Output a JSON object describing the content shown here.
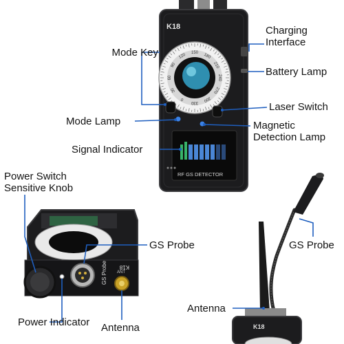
{
  "colors": {
    "leader": "#1f5fbf",
    "device_body": "#1c1c1e",
    "device_edge": "#3a3a3d",
    "dial_ring": "#e8e8e8",
    "lens": "#3aa7c8",
    "screen": "#0a0a0a",
    "signal_bar": "#38b36a",
    "signal_bar_alt": "#4a86d6",
    "gold": "#c9a227",
    "metal": "#b8b8b8"
  },
  "device_text": {
    "model": "K18",
    "screen_caption": "RF GS DETECTOR",
    "probe_caption": "GS Probe",
    "ant_caption": "ANT",
    "dial_numbers": [
      "120",
      "150",
      "180",
      "210",
      "240",
      "270",
      "300",
      "330",
      "0",
      "30",
      "60",
      "90"
    ]
  },
  "labels": {
    "charging_interface": "Charging\nInterface",
    "mode_key": "Mode Key",
    "battery_lamp": "Battery Lamp",
    "laser_switch": "Laser Switch",
    "mode_lamp": "Mode Lamp",
    "magnetic_detection_lamp": "Magnetic\nDetection Lamp",
    "signal_indicator": "Signal Indicator",
    "power_switch_knob": "Power Switch\nSensitive Knob",
    "gs_probe_left": "GS Probe",
    "gs_probe_right": "GS Probe",
    "antenna_right": "Antenna",
    "power_indicator": "Power Indicator",
    "antenna_bottom": "Antenna"
  }
}
